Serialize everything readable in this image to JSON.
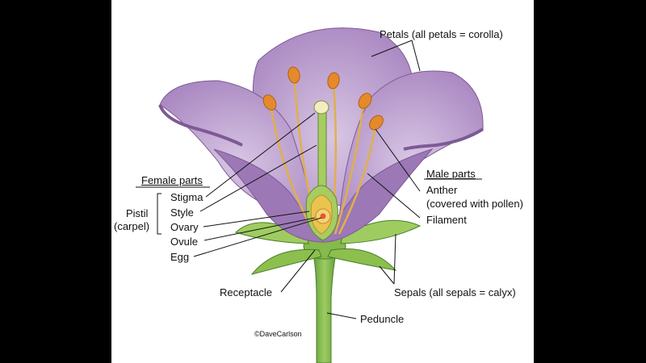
{
  "labels": {
    "petals": "Petals (all petals = corolla)",
    "female_parts": "Female parts",
    "pistil": "Pistil",
    "carpel": "(carpel)",
    "stigma": "Stigma",
    "style": "Style",
    "ovary": "Ovary",
    "ovule": "Ovule",
    "egg": "Egg",
    "male_parts": "Male parts",
    "anther": "Anther",
    "anther_note": "(covered with pollen)",
    "filament": "Filament",
    "receptacle": "Receptacle",
    "sepals": "Sepals (all sepals = calyx)",
    "peduncle": "Peduncle",
    "credit": "©DaveCarlson"
  },
  "colors": {
    "letterbox": "#000000",
    "panel": "#ffffff",
    "petal": "#b596c9",
    "petal_dark": "#8e6aa8",
    "petal_light": "#d2bfdd",
    "sepal": "#8cbf4e",
    "stem": "#7bb04a",
    "filament": "#e3b34c",
    "anther": "#e58a2a",
    "ovary": "#c9a640"
  }
}
